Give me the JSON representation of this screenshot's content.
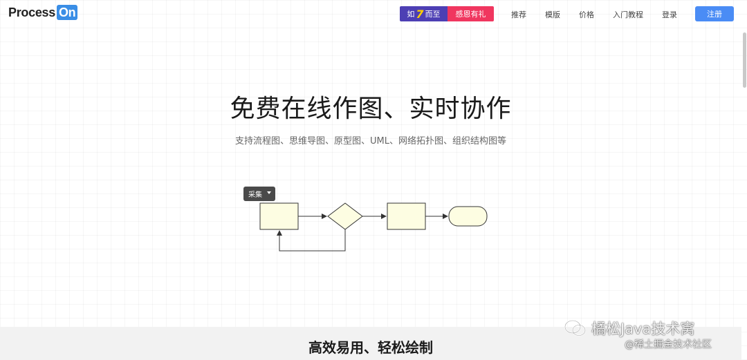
{
  "header": {
    "logo_text": "Process",
    "logo_badge": "On",
    "promo_left_prefix": "如",
    "promo_left_number": "7",
    "promo_left_suffix": "而至",
    "promo_right": "感恩有礼",
    "nav": [
      "推荐",
      "模版",
      "价格",
      "入门教程",
      "登录"
    ],
    "register_label": "注册"
  },
  "hero": {
    "title": "免费在线作图、实时协作",
    "subtitle": "支持流程图、思维导图、原型图、UML、网络拓扑图、组织结构图等"
  },
  "diagram": {
    "chip_label": "采集",
    "colors": {
      "shape_fill": "#fdfde2",
      "stroke": "#333333",
      "chip_bg": "#4a4a4a"
    }
  },
  "features": {
    "title": "高效易用、轻松绘制"
  },
  "watermark": {
    "line1": "橘松Java技术窝",
    "line2": "@稀土掘金技术社区"
  },
  "colors": {
    "accent": "#4a8cf5",
    "promo_purple": "#4d3fb4",
    "promo_red": "#f0365f",
    "band_bg": "#f2f2f2"
  }
}
